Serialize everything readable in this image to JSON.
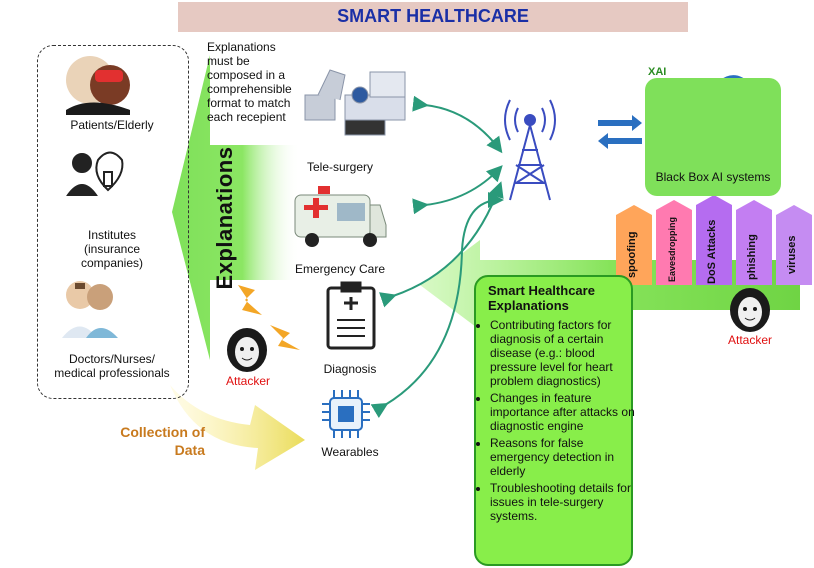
{
  "title": "SMART HEALTHCARE",
  "stakeholders": {
    "patients_label": "Patients/Elderly",
    "institutes_label": "Institutes\n(insurance\ncompanies)",
    "doctors_label": "Doctors/Nurses/\nmedical professionals"
  },
  "explanation_note": "Explanations must be composed in a comprehensible format to match each recepient",
  "explanations_label": "Explanations",
  "services": {
    "tele_surgery": "Tele-surgery",
    "emergency_care": "Emergency Care",
    "diagnosis": "Diagnosis",
    "wearables": "Wearables"
  },
  "xai_label": "XAI",
  "blackbox_label": "Black Box AI systems",
  "attacks": [
    "spoofing",
    "Eavesdropping",
    "DoS Attacks",
    "phishing",
    "viruses"
  ],
  "attacker_label": "Attacker",
  "smart_box": {
    "title": "Smart Healthcare Explanations",
    "items": [
      "Contributing factors for diagnosis of a certain disease (e.g.: blood pressure level for heart problem diagnostics)",
      "Changes in feature importance after attacks on diagnostic engine",
      "Reasons for false emergency detection in elderly",
      "Troubleshooting details for issues in tele-surgery systems."
    ]
  },
  "collection_label": "Collection of Data",
  "colors": {
    "title_bg": "#e6c9c2",
    "title_text": "#1a2fa6",
    "green": "#7fe05a",
    "teal_arrow": "#2a9a7a",
    "attack_purple": "#b56cf0",
    "attack_pink": "#ff7ab0",
    "attack_orange": "#ffa55a",
    "attacker_red": "#e01010",
    "collection_orange": "#c87a1e"
  }
}
